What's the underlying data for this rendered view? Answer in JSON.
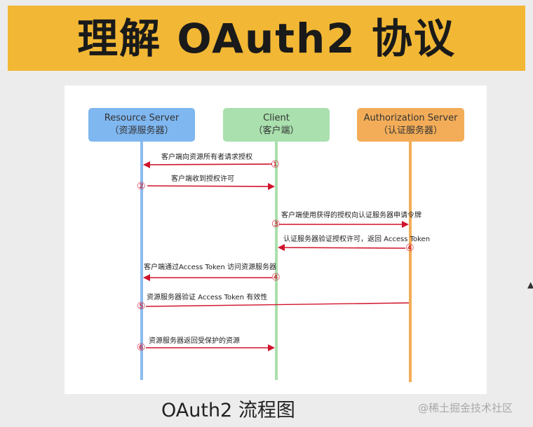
{
  "banner": {
    "title": "理解 OAuth2 协议"
  },
  "lanes": [
    {
      "name": "Resource Server",
      "subtitle": "（资源服务器）",
      "fill": "#7fb7f0",
      "line": "#8bbcef"
    },
    {
      "name": "Client",
      "subtitle": "（客户端）",
      "fill": "#a9e0ad",
      "line": "#a9e0ad"
    },
    {
      "name": "Authorization Server",
      "subtitle": "（认证服务器）",
      "fill": "#f3ad58",
      "line": "#f3ad58"
    }
  ],
  "messages": [
    {
      "step": "①",
      "text": "客户端向资源所有者请求授权"
    },
    {
      "step": "②",
      "text": "客户端收到授权许可"
    },
    {
      "step": "③",
      "text": "客户端使用获得的授权向认证服务器申请令牌"
    },
    {
      "step": "④",
      "text": "认证服务器验证授权许可，返回 Access Token"
    },
    {
      "step": "④",
      "text": "客户端通过Access Token 访问资源服务器"
    },
    {
      "step": "⑤",
      "text": "资源服务器验证 Access Token 有效性"
    },
    {
      "step": "⑥",
      "text": "资源服务器返回受保护的资源"
    }
  ],
  "footer": {
    "title": "OAuth2 流程图"
  },
  "watermark": {
    "text": "@稀土掘金技术社区"
  },
  "colors": {
    "arrow": "#d0142c",
    "banner": "#f2b734"
  }
}
